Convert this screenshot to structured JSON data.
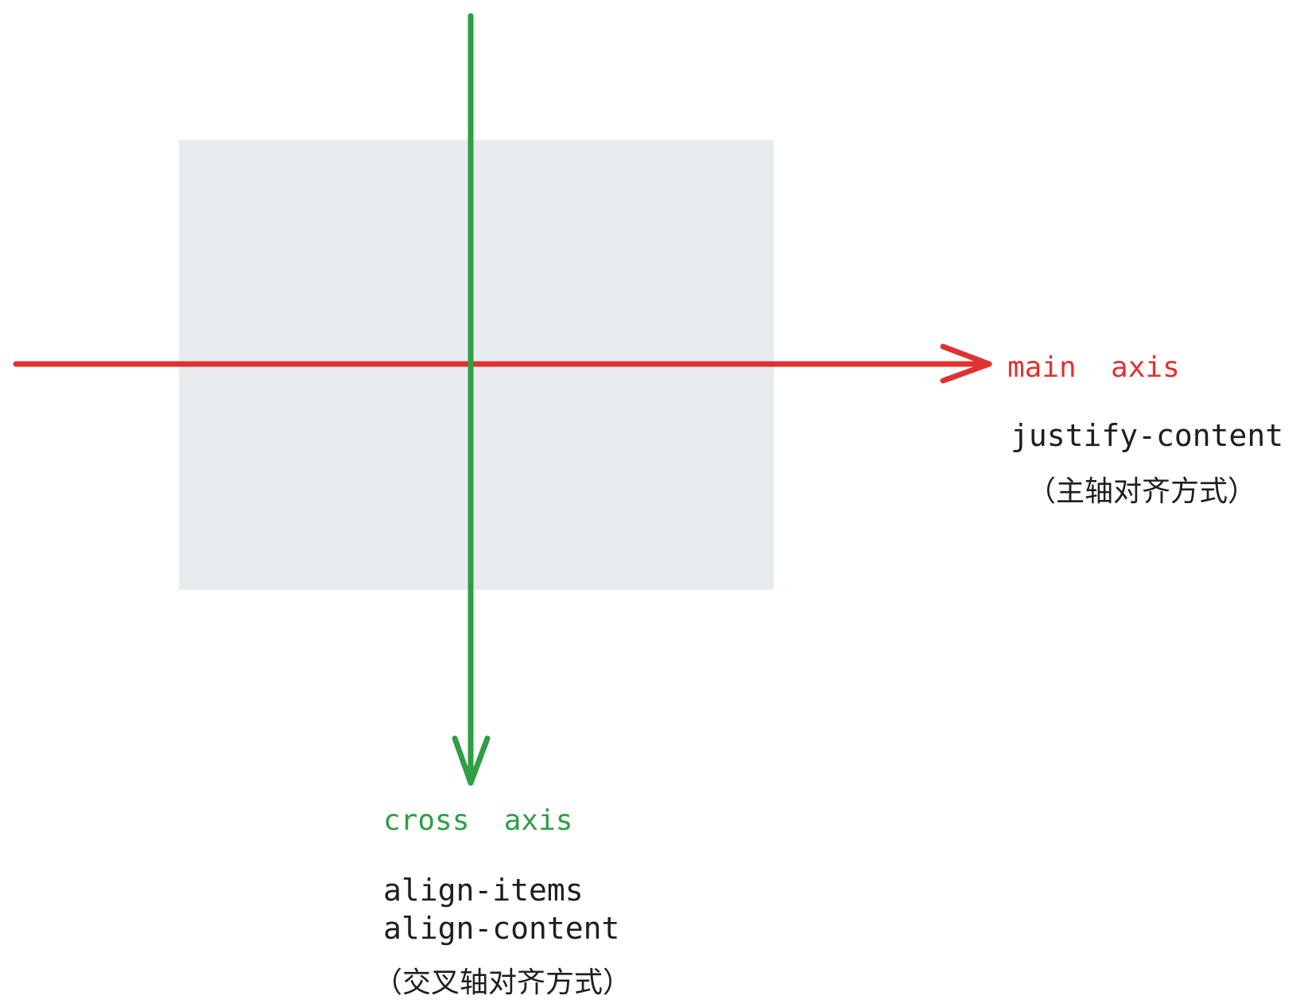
{
  "colors": {
    "main_axis": "#e03131",
    "cross_axis": "#2f9e44",
    "container": "#e9ecef",
    "text": "#1e1e1e"
  },
  "main_axis": {
    "label": "main  axis",
    "property": "justify-content",
    "note": "（主轴对齐方式）"
  },
  "cross_axis": {
    "label": "cross  axis",
    "property_1": "align-items",
    "property_2": "align-content",
    "note": "（交叉轴对齐方式）"
  }
}
